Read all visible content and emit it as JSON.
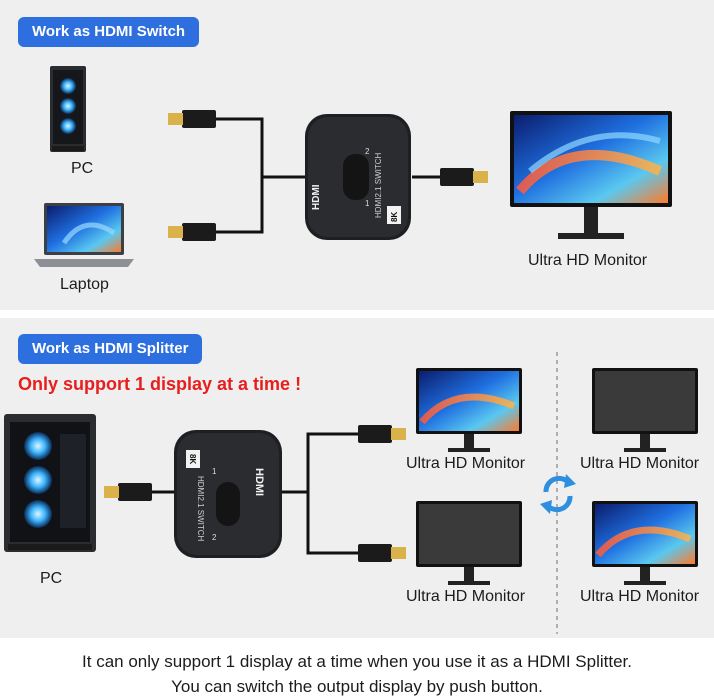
{
  "top_panel": {
    "badge": "Work as HDMI Switch",
    "pc_label": "PC",
    "laptop_label": "Laptop",
    "monitor_label": "Ultra HD Monitor",
    "device": {
      "brand": "HDMI",
      "model": "HDMI2.1 SWITCH",
      "badge": "8K",
      "port1": "1",
      "port2": "2"
    }
  },
  "bottom_panel": {
    "badge": "Work as HDMI Splitter",
    "warning": "Only support 1 display at a time !",
    "pc_label": "PC",
    "monitors": [
      {
        "label": "Ultra HD Monitor",
        "screen": "on"
      },
      {
        "label": "Ultra HD Monitor",
        "screen": "off"
      },
      {
        "label": "Ultra HD Monitor",
        "screen": "off"
      },
      {
        "label": "Ultra HD Monitor",
        "screen": "on"
      }
    ],
    "swap_icon": "refresh-arrows-icon",
    "device": {
      "brand": "HDMI",
      "model": "HDMI2.1 SWITCH",
      "badge": "8K",
      "port1": "1",
      "port2": "2"
    }
  },
  "footer": {
    "line1": "It can only support 1 display at a time when you use it as a HDMI Splitter.",
    "line2": "You can switch the output display by push button."
  },
  "colors": {
    "badge": "#2e6fe0",
    "warning": "#e81e1e",
    "panel": "#efefef",
    "screen_on": "#2f86d8",
    "screen_off": "#3a3a3a"
  }
}
